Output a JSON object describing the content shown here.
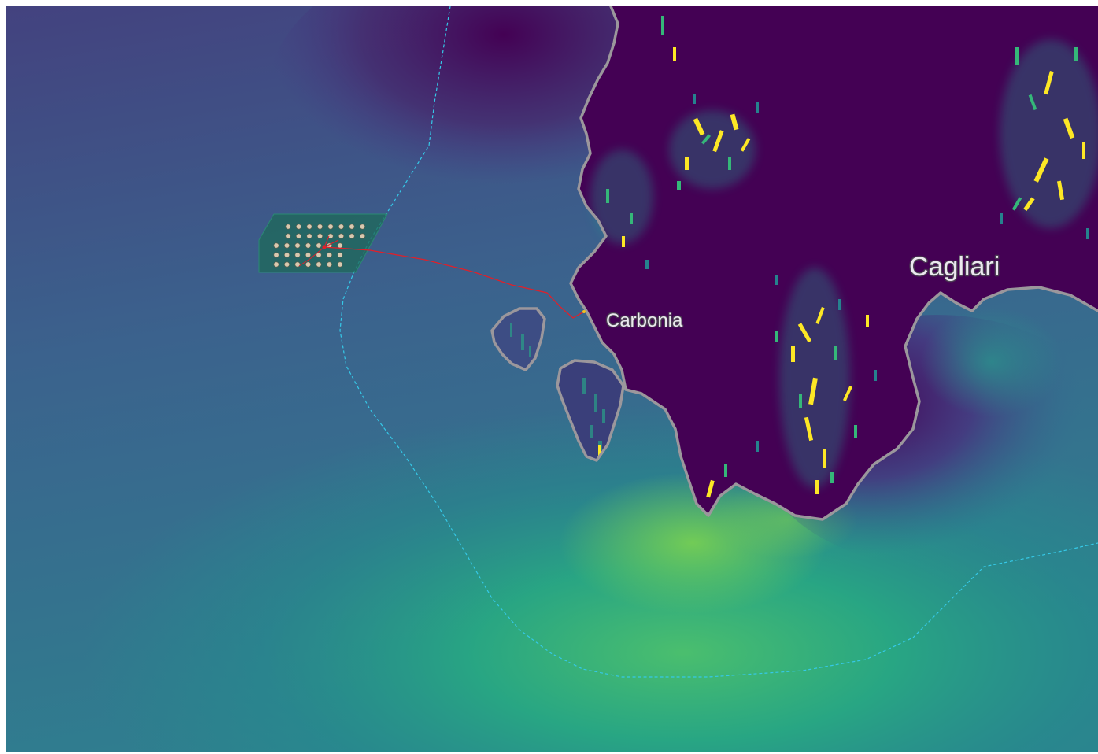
{
  "map": {
    "places": [
      {
        "id": "carbonia",
        "label": "Carbonia"
      },
      {
        "id": "cagliari",
        "label": "Cagliari"
      }
    ],
    "colors": {
      "sea_far": "#3e5c8c",
      "sea_near_land": "#3a8a8f",
      "sea_shallow": "#22a884",
      "sea_hotspot": "#5ec962",
      "land_low": "#440154",
      "land_high": "#fde725",
      "coastline": "#9b979c",
      "eez_boundary": "#35c9e8",
      "wind_farm_area": "#1e6a58",
      "turbine": "#d9c9b0",
      "export_cable": "#e0202a"
    },
    "wind_farm": {
      "turbine_rows": [
        8,
        8,
        7,
        7,
        7
      ]
    }
  }
}
